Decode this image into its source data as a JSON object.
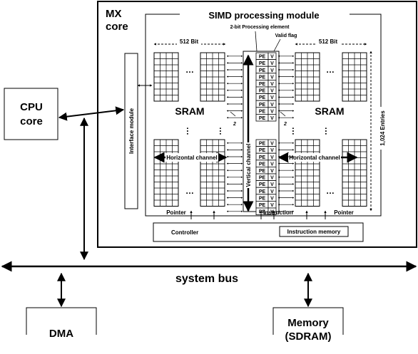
{
  "mx_core": {
    "title_line1": "MX",
    "title_line2": "core"
  },
  "simd": {
    "title": "SIMD processing module"
  },
  "annotations": {
    "pe_element": "2-bit Processing element",
    "valid_flag": "Valid flag",
    "bit_left": "512 Bit",
    "bit_right": "512 Bit",
    "entries": "1,024 Entries",
    "two": "2",
    "ellipsis": "…"
  },
  "interface_module": {
    "label": "Interface module"
  },
  "sram": {
    "label": "SRAM"
  },
  "channels": {
    "horizontal": "Horizontal channel",
    "vertical": "Vertical channel"
  },
  "pe_column": {
    "pe": "PE",
    "v": "V"
  },
  "signals": {
    "pointer": "Pointer",
    "instruction": "Instruction"
  },
  "controller": {
    "label": "Controller",
    "instruction_memory": "Instruction memory"
  },
  "cpu": {
    "line1": "CPU",
    "line2": "core"
  },
  "bus": {
    "label": "system bus"
  },
  "dma": {
    "label": "DMA"
  },
  "memory": {
    "line1": "Memory",
    "line2": "(SDRAM)"
  }
}
